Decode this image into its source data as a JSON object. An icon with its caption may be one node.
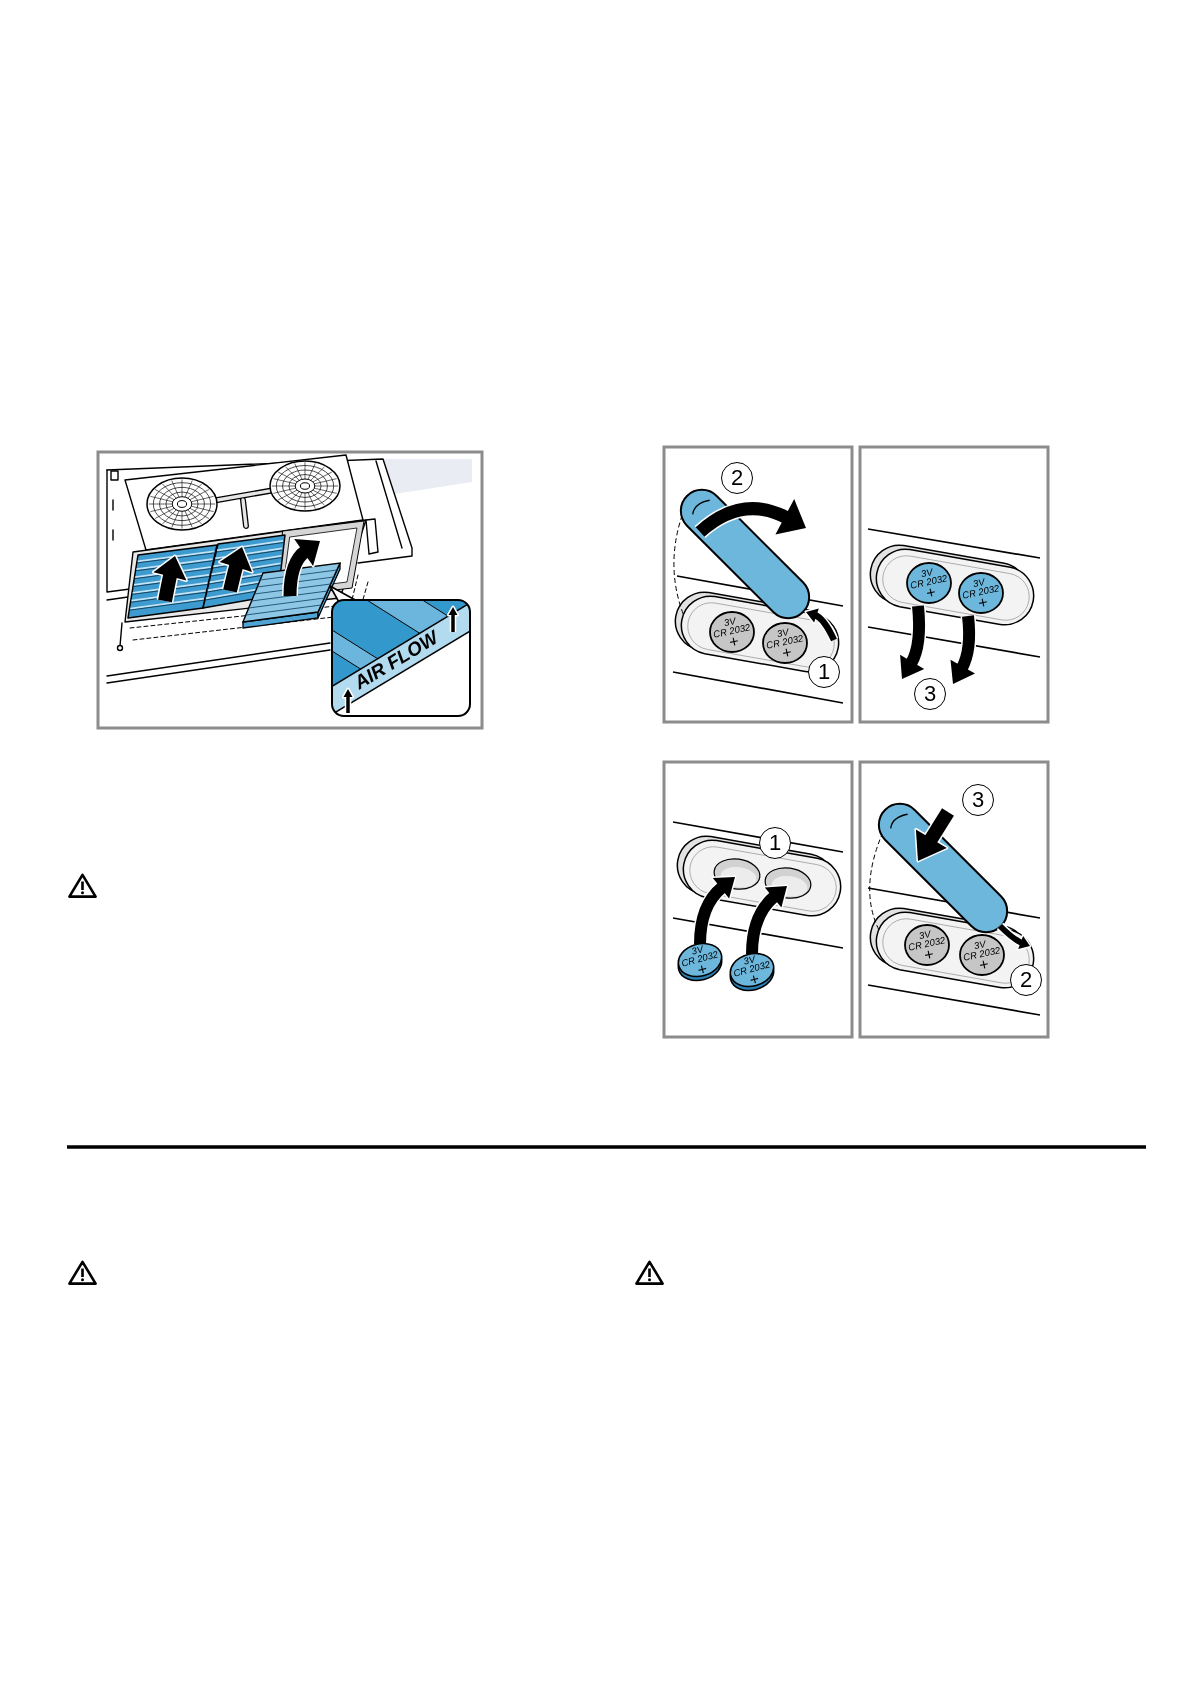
{
  "diagram": {
    "nodes": [
      {
        "text": [
          "3V",
          "CR 2032",
          "+"
        ]
      },
      {
        "text": [
          "3V",
          "CR 2032",
          "+"
        ]
      },
      {
        "text": [
          "3V",
          "CR 2032",
          "+"
        ]
      },
      {
        "text": [
          "3V",
          "CR 2032",
          "+"
        ]
      },
      {
        "text": [
          "3V",
          "CR 2032",
          "+"
        ]
      },
      {
        "text": [
          "3V",
          "CR 2032",
          "+"
        ]
      },
      {
        "text": [
          "3V",
          "CR 2032",
          "+"
        ]
      },
      {
        "text": [
          "3V",
          "CR 2032",
          "+"
        ]
      }
    ],
    "labels": [
      "AIR FLOW",
      "2",
      "1",
      "3",
      "1",
      "3",
      "2"
    ]
  }
}
